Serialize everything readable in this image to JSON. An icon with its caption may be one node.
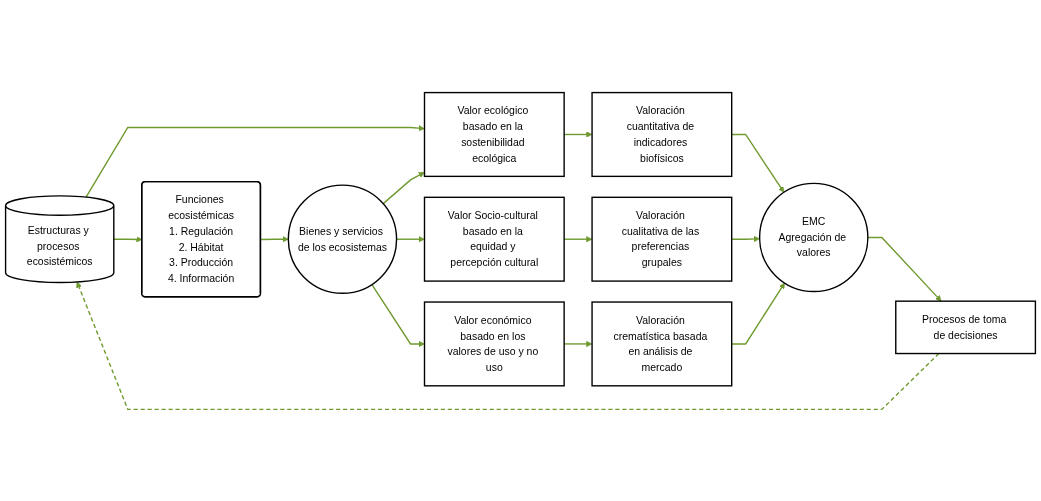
{
  "diagram": {
    "nodes": [
      {
        "text": [
          "Estructuras y procesos ecosistémicos"
        ]
      },
      {
        "text": [
          "Funciones ecosistémicas",
          "1. Regulación",
          "2. Hábitat",
          "3. Producción",
          "4. Información"
        ]
      },
      {
        "text": [
          "Bienes y servicios de los ecosistemas"
        ]
      },
      {
        "text": [
          "Valor ecológico basado en la sostenibilidad ecológica"
        ]
      },
      {
        "text": [
          "Valoración cuantitativa de indicadores biofísicos"
        ]
      },
      {
        "text": [
          "Valor Socio-cultural basado en la equidad y percepción cultural"
        ]
      },
      {
        "text": [
          "Valoración cualitativa de las preferencias grupales"
        ]
      },
      {
        "text": [
          "Valor económico basado en los valores de uso y no uso"
        ]
      },
      {
        "text": [
          "Valoración crematística basada en análisis de mercado"
        ]
      },
      {
        "text": [
          "EMC",
          "Agregación de valores"
        ]
      },
      {
        "text": [
          "Procesos de toma de decisiones"
        ]
      }
    ],
    "edges": [
      {
        "from": 0,
        "to": 3,
        "arrow": "to"
      },
      {
        "from": 0,
        "to": 1,
        "arrow": "to"
      },
      {
        "from": 1,
        "to": 2,
        "arrow": "to"
      },
      {
        "from": 2,
        "to": 3,
        "arrow": "to"
      },
      {
        "from": 2,
        "to": 5,
        "arrow": "to"
      },
      {
        "from": 2,
        "to": 7,
        "arrow": "to"
      },
      {
        "from": 3,
        "to": 4,
        "arrow": "to"
      },
      {
        "from": 5,
        "to": 6,
        "arrow": "to"
      },
      {
        "from": 7,
        "to": 8,
        "arrow": "to"
      },
      {
        "from": 4,
        "to": 9,
        "arrow": "to"
      },
      {
        "from": 6,
        "to": 9,
        "arrow": "to"
      },
      {
        "from": 8,
        "to": 9,
        "arrow": "to"
      },
      {
        "from": 9,
        "to": 10,
        "arrow": "to"
      },
      {
        "from": 10,
        "to": 0,
        "arrow": "to",
        "style": "dashed"
      }
    ]
  }
}
